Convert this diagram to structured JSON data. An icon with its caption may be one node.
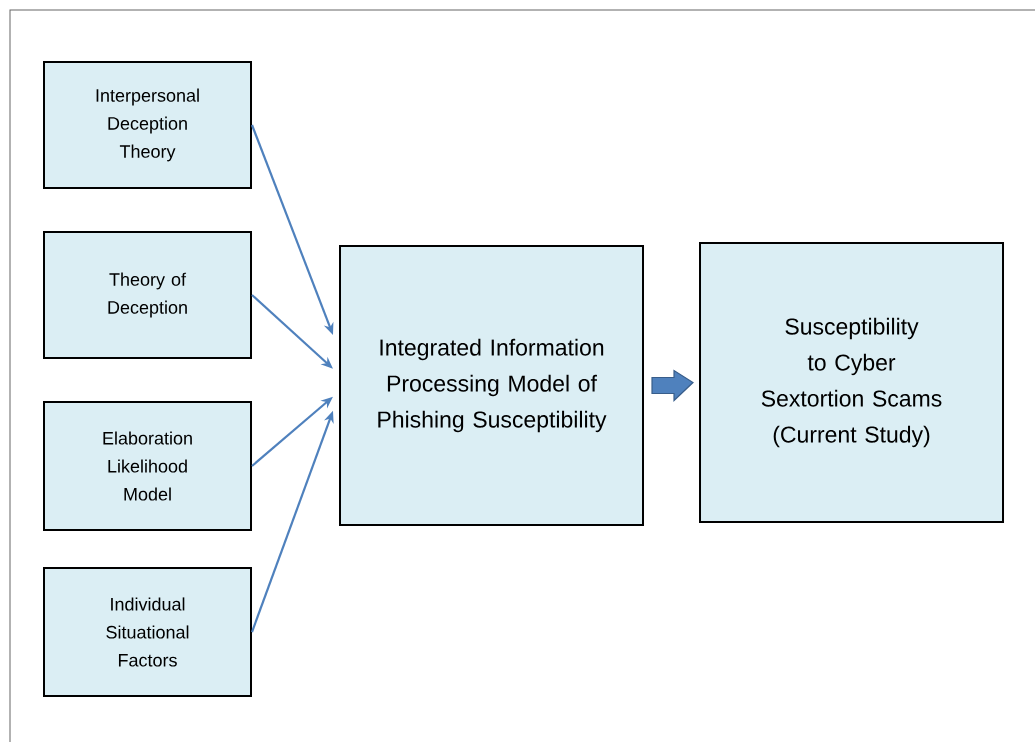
{
  "diagram": {
    "nodes": [
      {
        "text": [
          "Interpersonal Deception Theory"
        ]
      },
      {
        "text": [
          "Theory of Deception"
        ]
      },
      {
        "text": [
          "Elaboration Likelihood Model"
        ]
      },
      {
        "text": [
          "Individual Situational Factors"
        ]
      },
      {
        "text": [
          "Integrated Information Processing Model of Phishing Susceptibility"
        ]
      },
      {
        "text": [
          "Susceptibility to Cyber Sextortion Scams (Current Study)"
        ]
      }
    ],
    "edges": [
      {
        "from": 0,
        "to": 4,
        "arrow": "to"
      },
      {
        "from": 1,
        "to": 4,
        "arrow": "to"
      },
      {
        "from": 2,
        "to": 4,
        "arrow": "to"
      },
      {
        "from": 3,
        "to": 4,
        "arrow": "to"
      },
      {
        "from": 4,
        "to": 5,
        "arrow": "to",
        "style": "thick"
      }
    ]
  }
}
